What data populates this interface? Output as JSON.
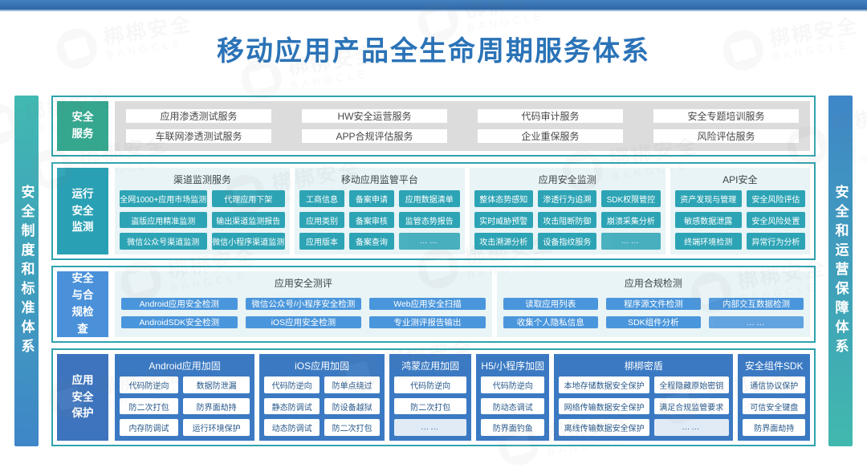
{
  "page": {
    "title": "移动应用产品全生命周期服务体系",
    "watermark_cn": "梆梆安全",
    "watermark_en": "BANGCLE"
  },
  "pillars": {
    "left": "安全制度和标准体系",
    "right": "安全和运营保障体系"
  },
  "colors": {
    "top_bar": "#2e66a6",
    "title": "#2b73b7",
    "section_border": "#2fa3ae",
    "label_services": "#35a78f",
    "label_monitoring": "#2aa0b4",
    "label_compliance": "#4a91da",
    "label_protection": "#3d74bd",
    "item_teal": "#2da4b5",
    "item_blue": "#4a96dc",
    "panel_dark_blue": "#3b7ac3",
    "pillar_teal": "#41b9b1",
    "pillar_blue": "#3f86c8"
  },
  "sections": [
    {
      "id": "security-services",
      "label": "安全服务",
      "items": [
        "应用渗透测试服务",
        "HW安全运营服务",
        "代码审计服务",
        "安全专题培训服务",
        "车联网渗透测试服务",
        "APP合规评估服务",
        "企业重保服务",
        "风险评估服务"
      ]
    },
    {
      "id": "runtime-security-monitoring",
      "label": "运行安全监测",
      "groups": [
        {
          "title": "渠道监测服务",
          "columns": [
            [
              "全网1000+应用市场监测",
              "盗版应用精准监测",
              "微信公众号渠道监测"
            ],
            [
              "代理应用下架",
              "输出渠道监测报告",
              "微信小程序渠道监测"
            ]
          ]
        },
        {
          "title": "移动应用监管平台",
          "columns": [
            [
              "工商信息",
              "应用类别",
              "应用版本"
            ],
            [
              "备案申请",
              "备案审核",
              "备案查询"
            ],
            [
              "应用数据清单",
              "监管态势报告",
              "……"
            ]
          ]
        },
        {
          "title": "应用安全监测",
          "columns": [
            [
              "整体态势感知",
              "实时威胁预警",
              "攻击溯源分析"
            ],
            [
              "渗透行为追溯",
              "攻击阻断防御",
              "设备指纹服务"
            ],
            [
              "SDK权限管控",
              "崩溃采集分析",
              "……"
            ]
          ]
        },
        {
          "title": "API安全",
          "columns": [
            [
              "资产发现与管理",
              "敏感数据泄露",
              "终端环境检测"
            ],
            [
              "安全风险评估",
              "安全风险处置",
              "异常行为分析"
            ]
          ]
        }
      ]
    },
    {
      "id": "security-compliance-check",
      "label": "安全与合规检查",
      "groups": [
        {
          "title": "应用安全测评",
          "rows": [
            [
              "Android应用安全检测",
              "微信公众号/小程序安全检测",
              "Web应用安全扫描"
            ],
            [
              "AndroidSDK安全检测",
              "iOS应用安全检测",
              "专业测评报告输出"
            ]
          ]
        },
        {
          "title": "应用合规检测",
          "rows": [
            [
              "读取应用列表",
              "程序源文件检测",
              "内部交互数据检测"
            ],
            [
              "收集个人隐私信息",
              "SDK组件分析",
              "……"
            ]
          ]
        }
      ]
    },
    {
      "id": "app-security-protection",
      "label": "应用安全保护",
      "groups": [
        {
          "title": "Android应用加固",
          "columns": [
            [
              "代码防逆向",
              "防二次打包",
              "内存防调试"
            ],
            [
              "数据防泄漏",
              "防界面劫持",
              "运行环境保护"
            ]
          ]
        },
        {
          "title": "iOS应用加固",
          "columns": [
            [
              "代码防逆向",
              "静态防调试",
              "动态防调试"
            ],
            [
              "防单点绕过",
              "防设备越狱",
              "防二次打包"
            ]
          ]
        },
        {
          "title": "鸿蒙应用加固",
          "columns": [
            [
              "代码防逆向",
              "防二次打包",
              "……"
            ]
          ]
        },
        {
          "title": "H5/小程序加固",
          "columns": [
            [
              "代码防逆向",
              "防动态调试",
              "防界面钓鱼"
            ]
          ]
        },
        {
          "title": "梆梆密盾",
          "columns": [
            [
              "本地存储数据安全保护",
              "网络传输数据安全保护",
              "离线传输数据安全保护"
            ],
            [
              "全程隐藏原始密钥",
              "满足合规监管要求",
              "……"
            ]
          ]
        },
        {
          "title": "安全组件SDK",
          "columns": [
            [
              "通信协议保护",
              "可信安全键盘",
              "防界面劫持"
            ]
          ]
        }
      ]
    }
  ]
}
